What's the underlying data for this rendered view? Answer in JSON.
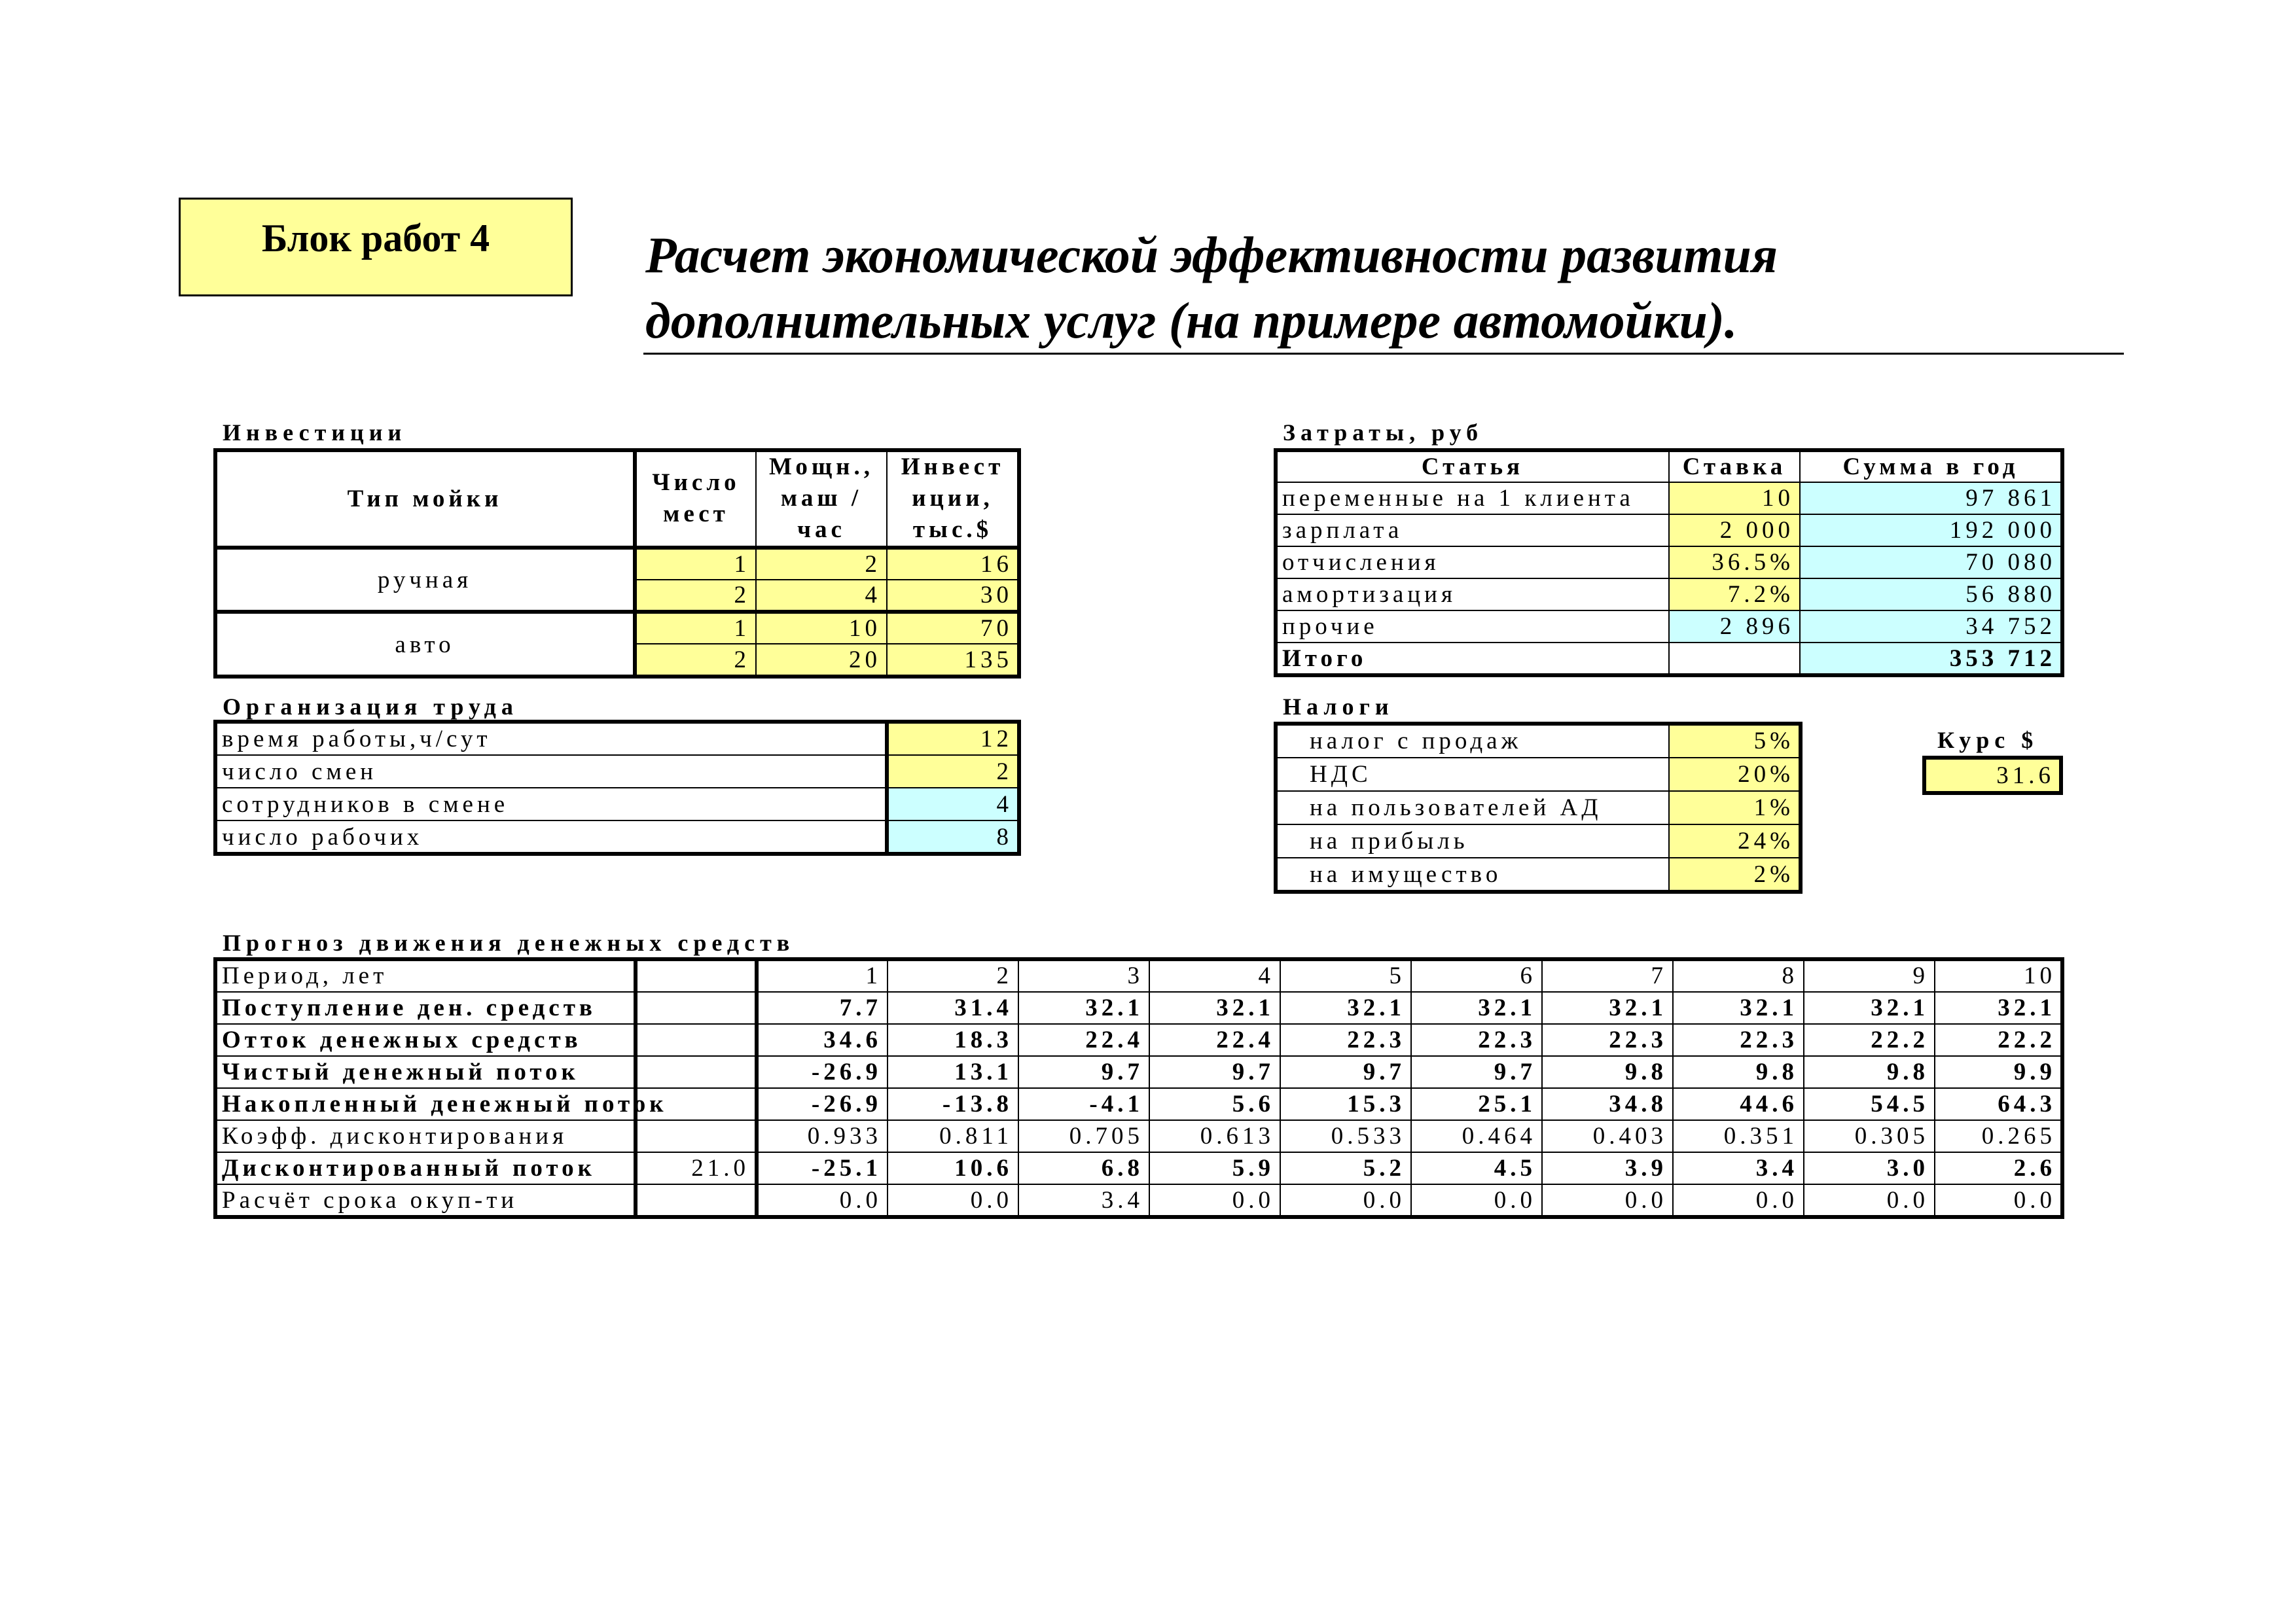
{
  "block_label": "Блок работ 4",
  "title": {
    "line1": "Расчет экономической эффективности развития",
    "line2": "дополнительных услуг (на примере автомойки)."
  },
  "investments": {
    "label": "Инвестиции",
    "headers": {
      "type": "Тип мойки",
      "places": "Число мест",
      "power": "Мощн., маш /час",
      "invest": "Инвест иции, тыс.$"
    },
    "groups": [
      {
        "name": "ручная",
        "rows": [
          {
            "places": "1",
            "power": "2",
            "invest": "16"
          },
          {
            "places": "2",
            "power": "4",
            "invest": "30"
          }
        ]
      },
      {
        "name": "авто",
        "rows": [
          {
            "places": "1",
            "power": "10",
            "invest": "70"
          },
          {
            "places": "2",
            "power": "20",
            "invest": "135"
          }
        ]
      }
    ]
  },
  "labor": {
    "label": "Организация труда",
    "rows": [
      {
        "name": "время работы,ч/сут",
        "value": "12",
        "color": "#ffff99"
      },
      {
        "name": "число смен",
        "value": "2",
        "color": "#ffff99"
      },
      {
        "name": "сотрудников в смене",
        "value": "4",
        "color": "#ccffff"
      },
      {
        "name": "число рабочих",
        "value": "8",
        "color": "#ccffff"
      }
    ]
  },
  "costs": {
    "label": "Затраты, руб",
    "headers": {
      "item": "Статья",
      "rate": "Ставка",
      "sum": "Сумма в год"
    },
    "rows": [
      {
        "item": "переменные на 1 клиента",
        "rate": "10",
        "sum": "97 861",
        "rate_color": "#ffff99"
      },
      {
        "item": "зарплата",
        "rate": "2 000",
        "sum": "192 000",
        "rate_color": "#ffff99"
      },
      {
        "item": "отчисления",
        "rate": "36.5%",
        "sum": "70 080",
        "rate_color": "#ffff99"
      },
      {
        "item": "амортизация",
        "rate": "7.2%",
        "sum": "56 880",
        "rate_color": "#ffff99"
      },
      {
        "item": "прочие",
        "rate": "2 896",
        "sum": "34 752",
        "rate_color": "#ccffff"
      }
    ],
    "total": {
      "item": "Итого",
      "rate": "",
      "sum": "353 712"
    }
  },
  "taxes": {
    "label": "Налоги",
    "rows": [
      {
        "name": "налог с продаж",
        "value": "5%"
      },
      {
        "name": "НДС",
        "value": "20%"
      },
      {
        "name": "на пользователей АД",
        "value": "1%"
      },
      {
        "name": "на прибыль",
        "value": "24%"
      },
      {
        "name": "на имущество",
        "value": "2%"
      }
    ]
  },
  "exchange": {
    "label": "Курс $",
    "value": "31.6"
  },
  "cashflow": {
    "label": "Прогноз движения денежных средств",
    "rows": [
      {
        "name": "Период, лет",
        "bold": false,
        "extra": "",
        "values": [
          "1",
          "2",
          "3",
          "4",
          "5",
          "6",
          "7",
          "8",
          "9",
          "10"
        ]
      },
      {
        "name": "Поступление ден. средств",
        "bold": true,
        "extra": "",
        "values": [
          "7.7",
          "31.4",
          "32.1",
          "32.1",
          "32.1",
          "32.1",
          "32.1",
          "32.1",
          "32.1",
          "32.1"
        ]
      },
      {
        "name": "Отток денежных средств",
        "bold": true,
        "extra": "",
        "values": [
          "34.6",
          "18.3",
          "22.4",
          "22.4",
          "22.3",
          "22.3",
          "22.3",
          "22.3",
          "22.2",
          "22.2"
        ]
      },
      {
        "name": "Чистый денежный поток",
        "bold": true,
        "extra": "",
        "values": [
          "-26.9",
          "13.1",
          "9.7",
          "9.7",
          "9.7",
          "9.7",
          "9.8",
          "9.8",
          "9.8",
          "9.9"
        ]
      },
      {
        "name": "Накопленный денежный поток",
        "bold": true,
        "extra": "",
        "values": [
          "-26.9",
          "-13.8",
          "-4.1",
          "5.6",
          "15.3",
          "25.1",
          "34.8",
          "44.6",
          "54.5",
          "64.3"
        ]
      },
      {
        "name": "Коэфф. дисконтирования",
        "bold": false,
        "extra": "",
        "values": [
          "0.933",
          "0.811",
          "0.705",
          "0.613",
          "0.533",
          "0.464",
          "0.403",
          "0.351",
          "0.305",
          "0.265"
        ]
      },
      {
        "name": "Дисконтированный поток",
        "bold": true,
        "extra": "21.0",
        "values": [
          "-25.1",
          "10.6",
          "6.8",
          "5.9",
          "5.2",
          "4.5",
          "3.9",
          "3.4",
          "3.0",
          "2.6"
        ]
      },
      {
        "name": "Расчёт срока окуп-ти",
        "bold": false,
        "extra": "",
        "values": [
          "0.0",
          "0.0",
          "3.4",
          "0.0",
          "0.0",
          "0.0",
          "0.0",
          "0.0",
          "0.0",
          "0.0"
        ]
      }
    ]
  }
}
